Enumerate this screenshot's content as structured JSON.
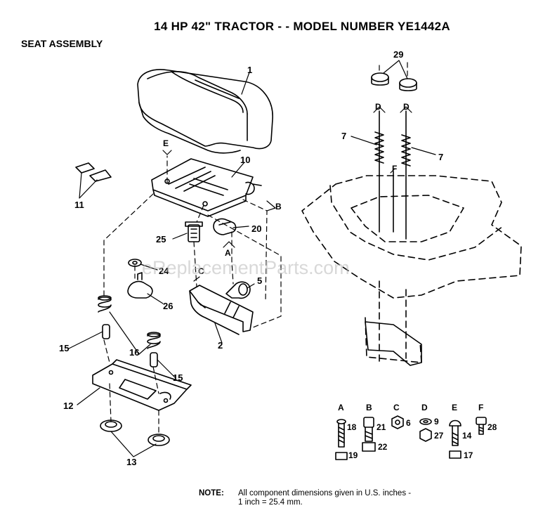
{
  "header": {
    "title": "14 HP 42\"  TRACTOR - - MODEL NUMBER YE1442A",
    "subtitle": "SEAT ASSEMBLY"
  },
  "watermark": "eReplacementParts.com",
  "callouts": {
    "c1": "1",
    "c2": "2",
    "c5": "5",
    "c7a": "7",
    "c7b": "7",
    "c10": "10",
    "c11": "11",
    "c12": "12",
    "c13": "13",
    "c15a": "15",
    "c15b": "15",
    "c16": "16",
    "c20": "20",
    "c24": "24",
    "c25": "25",
    "c26": "26",
    "c29": "29"
  },
  "letters": {
    "e_top": "E",
    "b_side": "B",
    "a_mid": "A",
    "c_mid": "C",
    "d_left": "D",
    "d_right": "D",
    "f_mid": "F"
  },
  "hardware": [
    {
      "letter": "A",
      "parts": [
        "18",
        "19"
      ]
    },
    {
      "letter": "B",
      "parts": [
        "21",
        "22"
      ]
    },
    {
      "letter": "C",
      "parts": [
        "6"
      ]
    },
    {
      "letter": "D",
      "parts": [
        "9",
        "27"
      ]
    },
    {
      "letter": "E",
      "parts": [
        "14",
        "17"
      ]
    },
    {
      "letter": "F",
      "parts": [
        "28"
      ]
    }
  ],
  "note": {
    "label": "NOTE:",
    "line1": "All component dimensions given in U.S. inches -",
    "line2": "1 inch = 25.4 mm."
  }
}
